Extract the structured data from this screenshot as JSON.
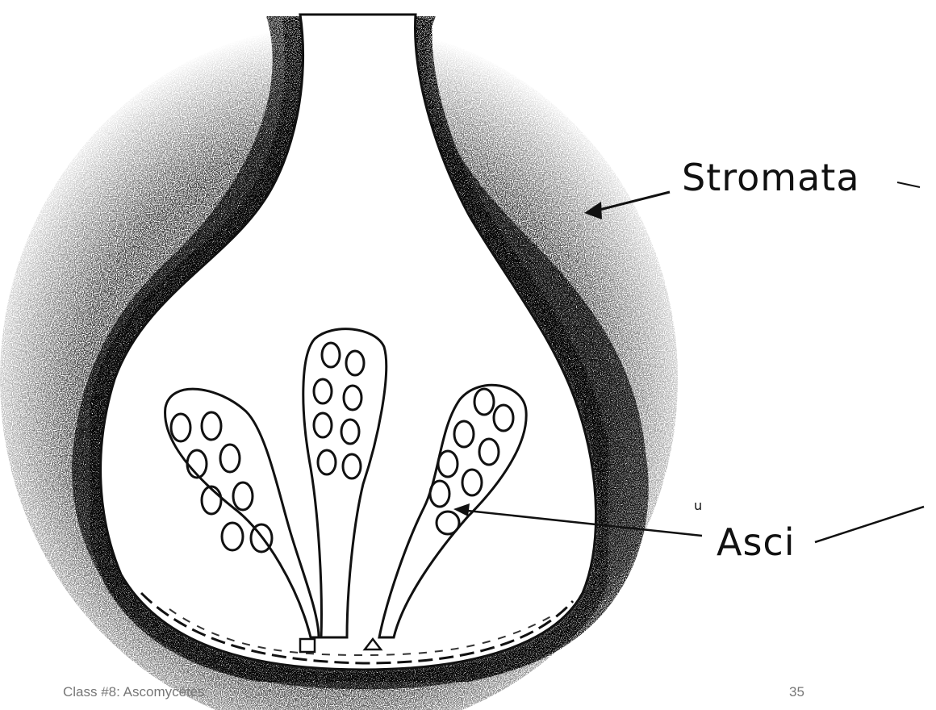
{
  "diagram": {
    "labels": {
      "stromata": "Stromata",
      "asci": "Asci"
    }
  },
  "footer": {
    "left_text": "Class #8: Ascomycetes",
    "page_number": "35"
  }
}
